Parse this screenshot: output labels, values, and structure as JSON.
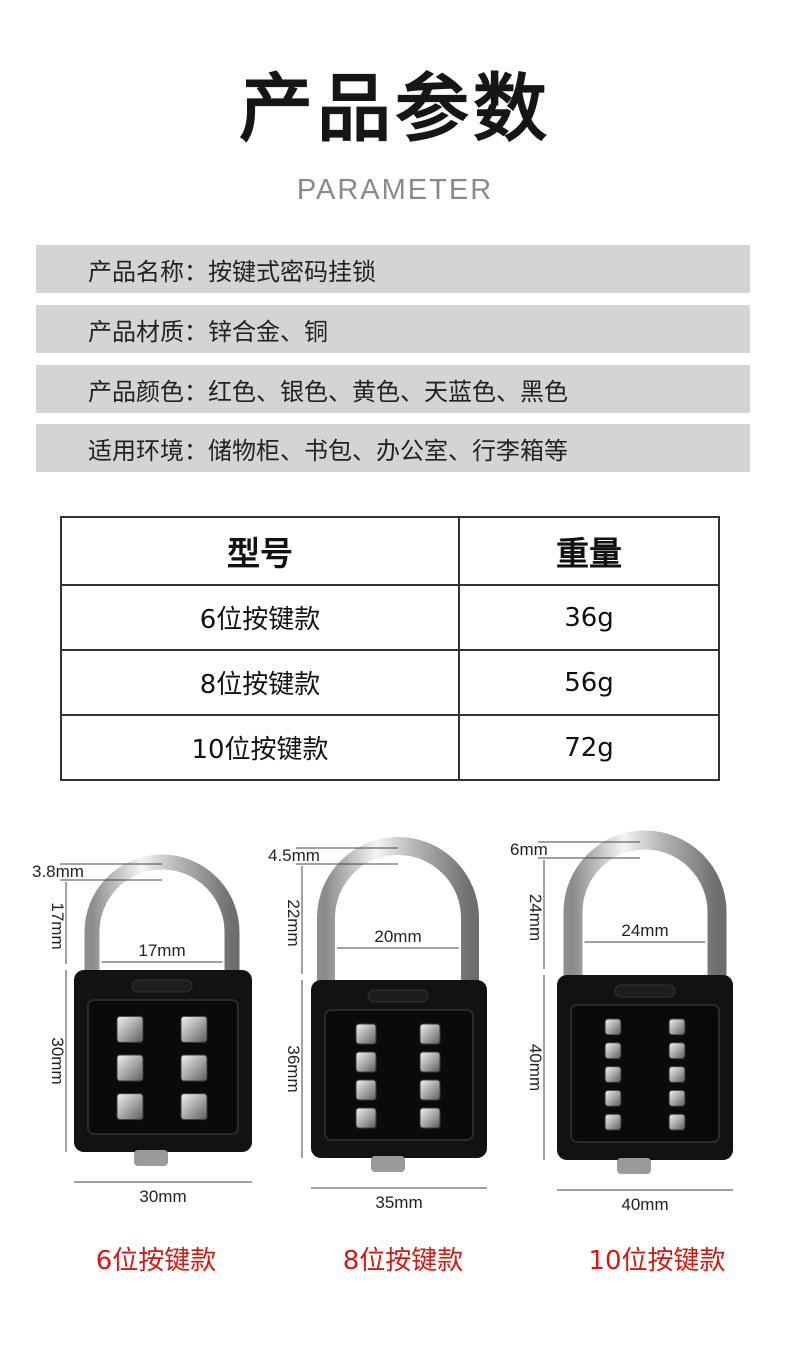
{
  "header": {
    "title": "产品参数",
    "subtitle": "PARAMETER"
  },
  "params": [
    {
      "text": "产品名称：按键式密码挂锁"
    },
    {
      "text": "产品材质：锌合金、铜"
    },
    {
      "text": "产品颜色：红色、银色、黄色、天蓝色、黑色"
    },
    {
      "text": "适用环境：储物柜、书包、办公室、行李箱等"
    }
  ],
  "table": {
    "headers": [
      "型号",
      "重量"
    ],
    "rows": [
      [
        "6位按键款",
        "36g"
      ],
      [
        "8位按键款",
        "56g"
      ],
      [
        "10位按键款",
        "72g"
      ]
    ]
  },
  "locks": [
    {
      "caption": "6位按键款",
      "shackle_thickness": "3.8mm",
      "shackle_height": "17mm",
      "shackle_width": "17mm",
      "body_height": "30mm",
      "body_width": "30mm",
      "button_rows": 3
    },
    {
      "caption": "8位按键款",
      "shackle_thickness": "4.5mm",
      "shackle_height": "22mm",
      "shackle_width": "20mm",
      "body_height": "36mm",
      "body_width": "35mm",
      "button_rows": 4
    },
    {
      "caption": "10位按键款",
      "shackle_thickness": "6mm",
      "shackle_height": "24mm",
      "shackle_width": "24mm",
      "body_height": "40mm",
      "body_width": "40mm",
      "button_rows": 5
    }
  ],
  "colors": {
    "caption": "#d11a14",
    "param_bg": "#d4d4d4",
    "lock_body": "#111111",
    "chrome": "#c9c9c9"
  }
}
